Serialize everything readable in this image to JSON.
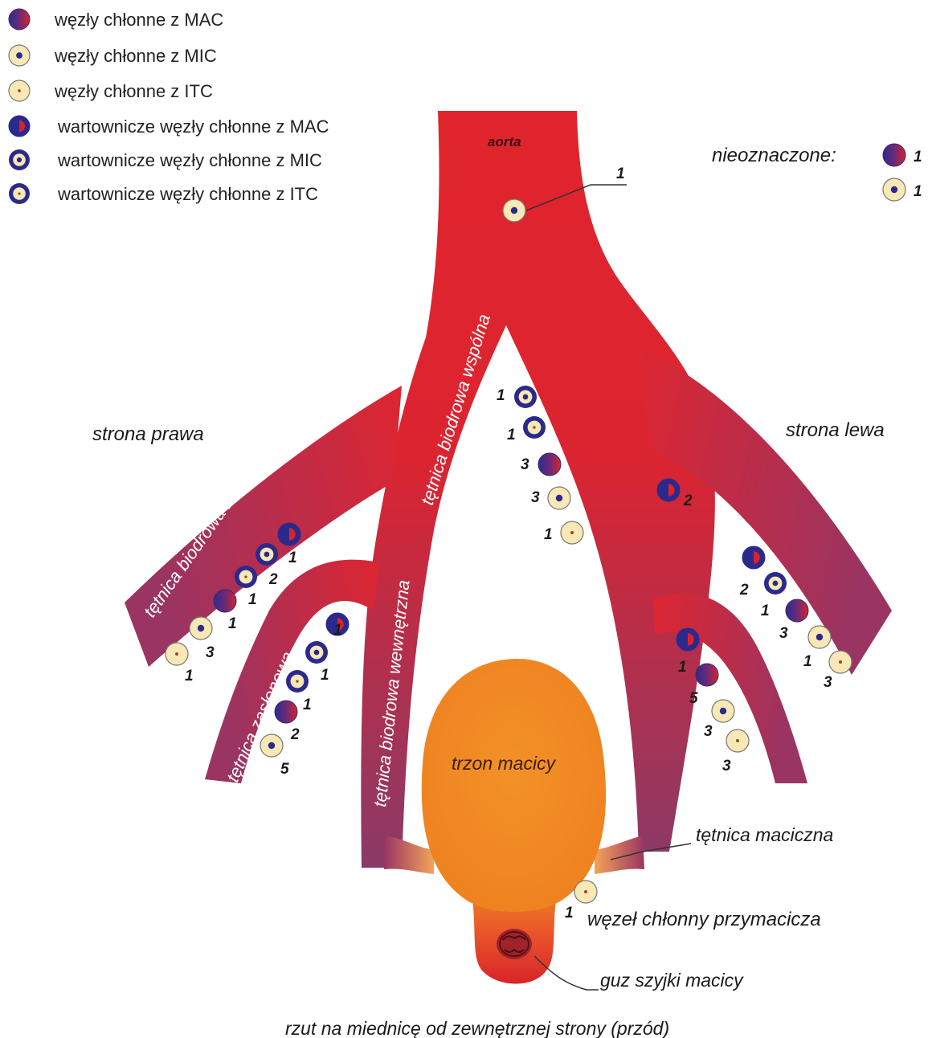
{
  "legend": {
    "items": [
      {
        "label": "węzły chłonne z MAC",
        "type": "mac"
      },
      {
        "label": "węzły chłonne z MIC",
        "type": "mic"
      },
      {
        "label": "węzły chłonne z ITC",
        "type": "itc"
      },
      {
        "label": "wartownicze węzły chłonne z MAC",
        "type": "s-mac"
      },
      {
        "label": "wartownicze węzły chłonne z MIC",
        "type": "s-mic"
      },
      {
        "label": "wartownicze węzły chłonne z ITC",
        "type": "s-itc"
      }
    ]
  },
  "unmarked": {
    "label": "nieoznaczone:",
    "items": [
      {
        "type": "mac",
        "count": "1"
      },
      {
        "type": "mic",
        "count": "1"
      }
    ]
  },
  "labels": {
    "aorta": "aorta",
    "strona_prawa": "strona prawa",
    "strona_lewa": "strona lewa",
    "common_iliac": "tętnica biodrowa wspólna",
    "external_iliac": "tętnica biodrowa zewnętrzna",
    "obturator": "tętnica zasłonowa",
    "internal_iliac": "tętnica biodrowa wewnętrzna",
    "uterus_body": "trzon macicy",
    "uterine_artery": "tętnica maciczna",
    "parametrial_node": "węzeł chłonny przymacicza",
    "cervical_tumor": "guz szyjki macicy",
    "caption": "rzut na miednicę od zewnętrznej strony (przód)"
  },
  "node_groups": {
    "aorta": [
      {
        "type": "mic",
        "count": "1"
      }
    ],
    "presacral": [
      {
        "type": "s-mic",
        "count": "1"
      },
      {
        "type": "s-itc",
        "count": "1"
      },
      {
        "type": "mac",
        "count": "3"
      },
      {
        "type": "mic",
        "count": "3"
      },
      {
        "type": "itc",
        "count": "1"
      }
    ],
    "right_external_iliac": [
      {
        "type": "s-mac",
        "count": "1"
      },
      {
        "type": "s-mic",
        "count": "2"
      },
      {
        "type": "s-itc",
        "count": "1"
      },
      {
        "type": "mac",
        "count": "1"
      },
      {
        "type": "mic",
        "count": "3"
      },
      {
        "type": "itc",
        "count": "1"
      }
    ],
    "right_obturator": [
      {
        "type": "s-mac",
        "count": "1"
      },
      {
        "type": "s-mic",
        "count": "1"
      },
      {
        "type": "s-itc",
        "count": "1"
      },
      {
        "type": "mac",
        "count": "2"
      },
      {
        "type": "mic",
        "count": "5"
      }
    ],
    "left_common_iliac": [
      {
        "type": "s-mac",
        "count": "2"
      }
    ],
    "left_external_iliac": [
      {
        "type": "s-mac",
        "count": "2"
      },
      {
        "type": "s-mic",
        "count": "1"
      },
      {
        "type": "mac",
        "count": "3"
      },
      {
        "type": "mic",
        "count": "1"
      },
      {
        "type": "itc",
        "count": "3"
      }
    ],
    "left_obturator": [
      {
        "type": "s-mac",
        "count": "1"
      },
      {
        "type": "mac",
        "count": "5"
      },
      {
        "type": "mic",
        "count": "3"
      },
      {
        "type": "itc",
        "count": "3"
      }
    ],
    "parametrial": [
      {
        "type": "itc",
        "count": "1"
      }
    ]
  },
  "colors": {
    "artery": "#e0242c",
    "artery_fade": "#8a3a68",
    "uterus": "#f18a22",
    "node_red": "#d8232a",
    "node_blue": "#2b2a8c",
    "node_cream": "#f7e8b5"
  }
}
